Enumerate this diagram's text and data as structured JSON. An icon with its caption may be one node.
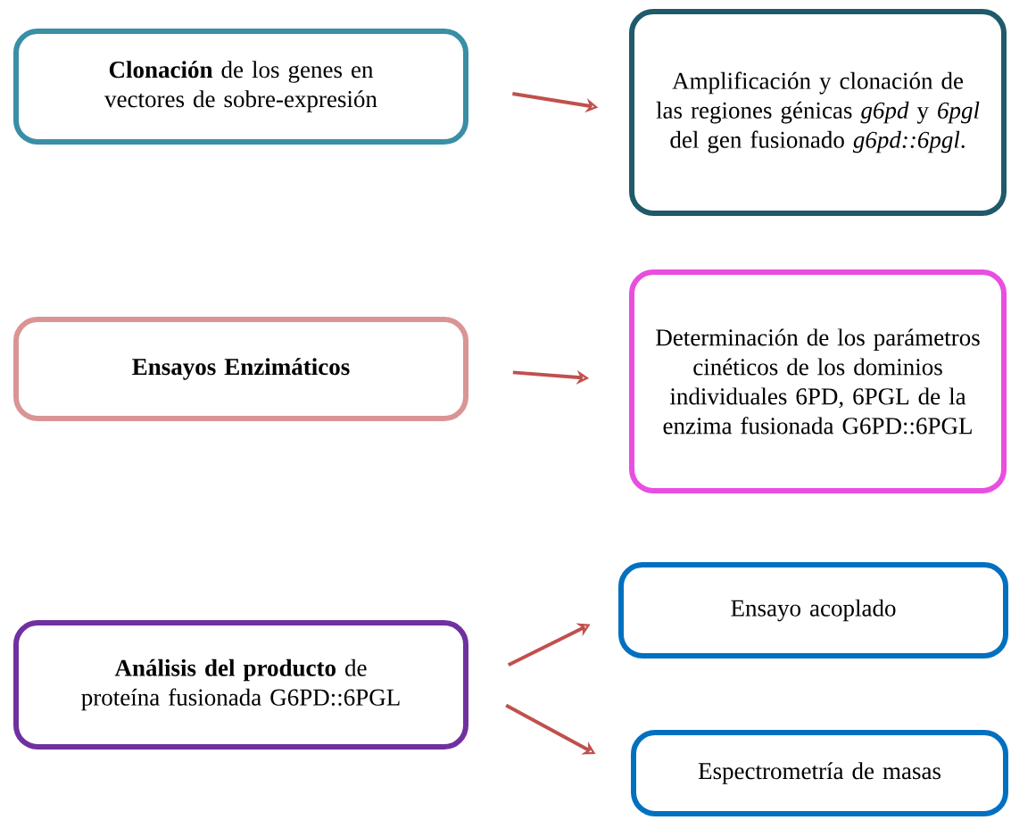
{
  "diagram": {
    "nodes": [
      {
        "text": [
          "**Clonación** de los genes en vectores de sobre-expresión"
        ]
      },
      {
        "text": [
          "Amplificación y clonación de las regiones génicas *g6pd* y *6pgl* del gen fusionado *g6pd::6pgl*."
        ]
      },
      {
        "text": [
          "Ensayos Enzimáticos"
        ]
      },
      {
        "text": [
          "Determinación de los parámetros cinéticos de los dominios individuales 6PD, 6PGL de la enzima fusionada G6PD::6PGL"
        ]
      },
      {
        "text": [
          "**Análisis del producto** de proteína fusionada G6PD::6PGL"
        ]
      },
      {
        "text": [
          "Ensayo acoplado"
        ]
      },
      {
        "text": [
          "Espectrometría de masas"
        ]
      }
    ],
    "edges": [
      {
        "from": 0,
        "to": 1,
        "arrow": "to"
      },
      {
        "from": 2,
        "to": 3,
        "arrow": "to"
      },
      {
        "from": 4,
        "to": 5,
        "arrow": "to"
      },
      {
        "from": 4,
        "to": 6,
        "arrow": "to"
      }
    ]
  }
}
